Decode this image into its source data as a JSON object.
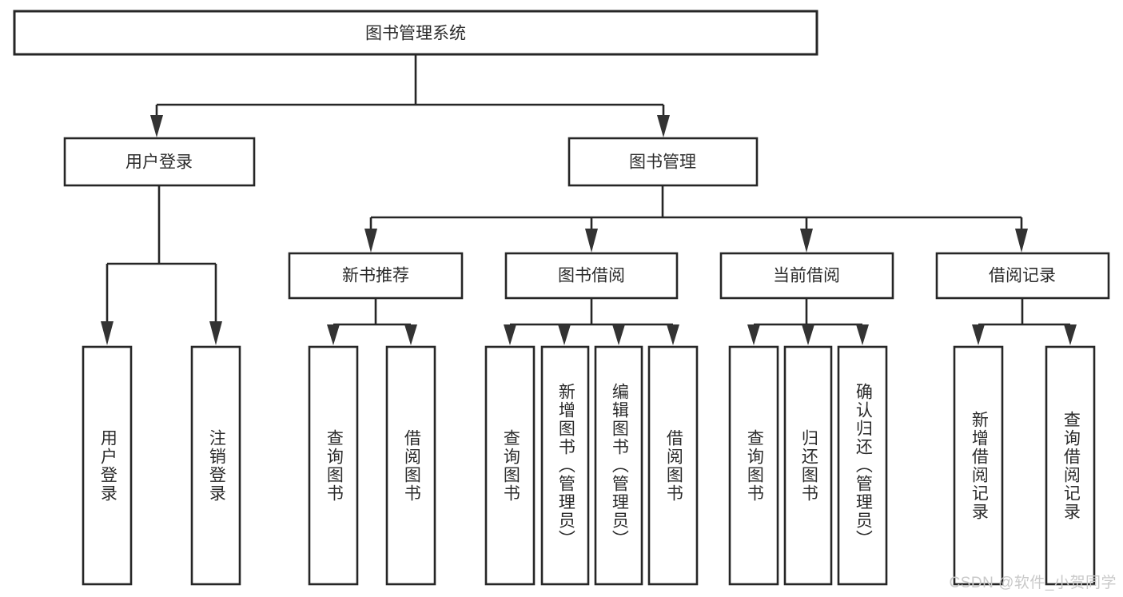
{
  "diagram": {
    "title": "图书管理系统",
    "type": "tree-hierarchy-chart",
    "colors": {
      "box_stroke": "#262626",
      "box_fill": "#ffffff",
      "text": "#2b2b2b",
      "canvas": "#ffffff",
      "watermark": "#c9c9c9"
    },
    "root": {
      "label": "图书管理系统"
    },
    "level2": [
      {
        "label": "用户登录"
      },
      {
        "label": "图书管理"
      }
    ],
    "level3": [
      {
        "label": "新书推荐"
      },
      {
        "label": "图书借阅"
      },
      {
        "label": "当前借阅"
      },
      {
        "label": "借阅记录"
      }
    ],
    "leaves": {
      "user_login": [
        {
          "label": "用户登录"
        },
        {
          "label": "注销登录"
        }
      ],
      "new_book_recommend": [
        {
          "label": "查询图书"
        },
        {
          "label": "借阅图书"
        }
      ],
      "book_borrow": [
        {
          "label": "查询图书"
        },
        {
          "label": "新增图书（管理员）"
        },
        {
          "label": "编辑图书（管理员）"
        },
        {
          "label": "借阅图书"
        }
      ],
      "current_borrow": [
        {
          "label": "查询图书"
        },
        {
          "label": "归还图书"
        },
        {
          "label": "确认归还（管理员）"
        }
      ],
      "borrow_record": [
        {
          "label": "新增借阅记录"
        },
        {
          "label": "查询借阅记录"
        }
      ]
    }
  },
  "watermark": {
    "text": "CSDN @软件_小贺同学"
  }
}
